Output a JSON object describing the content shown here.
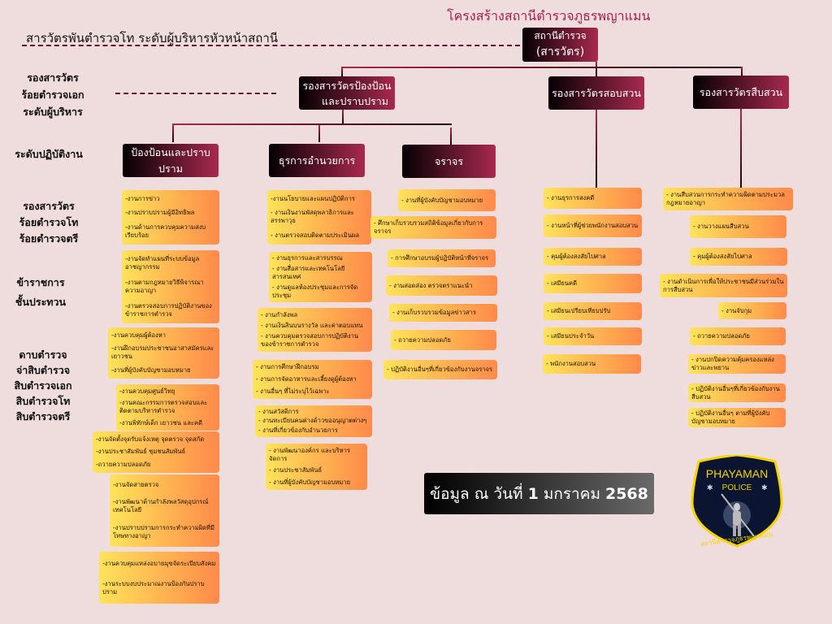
{
  "title": "โครงสร้างสถานีตำรวจภูธรพญาแมน",
  "subtitle": "สารวัตรพันตำรวจโท ระดับผู้บริหารหัวหน้าสถานี",
  "levels": {
    "exec": [
      "รองสารวัตร",
      "ร้อยตำรวจเอก",
      "ระดับผู้บริหาร"
    ],
    "operation": "ระดับปฏิบัติงาน",
    "lieutenant": [
      "รองสารวัตร",
      "ร้อยตำรวจโท",
      "ร้อยตำรวจตรี"
    ],
    "investigator": [
      "ข้าราชการ",
      "ชั้นประทวน"
    ],
    "nco": [
      "ดาบตำรวจ",
      "จ่าสิบตำรวจ",
      "สิบตำรวจเอก",
      "สิบตำรวจโท",
      "สิบตำรวจตรี"
    ]
  },
  "station": {
    "line1": "สถานีตำรวจ",
    "line2": "(สารวัตร)"
  },
  "deputies": {
    "prevention": [
      "รองสารวัตรป้องป้อน",
      "และปราบปราม"
    ],
    "inquiry": "รองสารวัตรสอบสวน",
    "investigation": "รองสารวัตรสืบสวน"
  },
  "units": {
    "prevention": "ป้องป้อนและปราบปราม",
    "admin": "ธุรการอำนวยการ",
    "traffic": "จราจร"
  },
  "columns": {
    "prevention": [
      [
        "-งานการข่าว",
        "-งานปราบปรามผู้มีอิทธิพล",
        "-งานด้านการควบคุมความสงบเรียบร้อย"
      ],
      [
        "-งานจัดทำแผนที่ระบบข้อมูลอาชญากรรม",
        "-งานตามกฎหมายวิธีพิจารณาความอาญา",
        "-งานตรวจสอบการปฏิบัติงานของข้าราชการตำรวจ"
      ],
      [
        "-งานควบคุมผู้ต้องหา",
        "-งานฝึกอบรมประชาชนอาสาสมัครและเยาวชน",
        "-งานที่ผู้บังคับบัญชามอบหมาย"
      ],
      [
        "-งานควบคุมศูนย์วิทยุ",
        "-งานคณะกรรมการตรวจสอบและติดตามบริหารตำรวจ",
        "-งานพิทักษ์เด็ก เยาวชน และคดี"
      ],
      [
        "-งานจัดตั้งจุดรับแจ้งเหตุ จุดตรวจ จุดสกัด",
        "-งานประชาสัมพันธ์ ชุมชนสัมพันธ์",
        "-ถวายความปลอดภัย"
      ],
      [
        "-งานจัดสายตรวจ",
        "-งานพัฒนาด้านกำลังพลวัสดุอุปกรณ์เทคโนโลยี",
        "-งานปราบปรามการกระทำความผิดที่มีโทษทางอาญา"
      ],
      [
        "-งานควบคุมแหล่งอบายมุขจัดระเบียบสังคม",
        "-งานระบบงบประมาณงานป้องกันปราบปราม"
      ]
    ],
    "admin": [
      [
        "-งานนโยบายและแผนปฏิบัติการ",
        "- งานเงินงานพัสดุพลาธิการและสรรพาวุธ",
        "- งานตรวจสอบติดตามประเมินผล"
      ],
      [
        "- งานธุรการและสารบรรณ",
        "- งานสื่อสารและเทคโนโลยีสารสนเทศ",
        "- งานดูแลห้องประชุมและการจัดประชุม"
      ],
      [
        "- งานกำลังพล",
        "- งานเงินสินบนรางวัล และค่าตอบแทน",
        "- งานควบคุมตรวจสอบการปฏิบัติงานของข้าราชการตำรวจ"
      ],
      [
        "- งานการศึกษาฝึกอบรม",
        "- งานการจัดอาหารและเลี้ยงดูผู้ต้องหา",
        "- งานอื่นๆ ที่ไม่ระบุไว้เฉพาะ"
      ],
      [
        "- งานสวัสดิการ",
        "- งานทะเบียนคนต่างด้าวขออนุญาตต่างๆ",
        "- งานที่เกี่ยวข้องกับอำนวยการ"
      ],
      [
        "- งานพัฒนาองค์กร และบริหารจัดการ",
        "- งานประชาสัมพันธ์",
        "- งานที่ผู้บังคับบัญชามอบหมาย"
      ]
    ],
    "traffic": [
      [
        "- งานที่ผู้บังคับบัญชามอบหมาย"
      ],
      [
        "- ศึกษาเก็บรวบรวมสถิติข้อมูลเกี่ยวกับการจราจร"
      ],
      [
        "- การศึกษาอบรมผู้ปฏิบัติหน้าที่จราจร"
      ],
      [
        "- งานสอดส่อง ตรวจตราแนะนำ"
      ],
      [
        "- งานเก็บรวบรวมข้อมูลข่าวสาร"
      ],
      [
        "- ถวายความปลอดภัย"
      ],
      [
        "- ปฏิบัติงานอื่นๆที่เกี่ยวข้องกับงานจราจร"
      ]
    ],
    "inquiry": [
      [
        "- งานธุรการสงคดี"
      ],
      [
        "- งานหน้าที่ผู้ช่วยพนักงานสอบสวน"
      ],
      [
        "- คุมผู้ต้องสงสัยไปศาล"
      ],
      [
        "- เสมียนคดี"
      ],
      [
        "- เสมียนเปรียบเทียบปรับ"
      ],
      [
        "- เสมียนประจำวัน"
      ],
      [
        "- พนักงานสอบสวน"
      ]
    ],
    "investigation": [
      [
        "- งานสืบสวนการกระทำความผิดตามประมวลกฎหมายอาญา"
      ],
      [
        "- งานวางแผนสืบสวน"
      ],
      [
        "- คุมผู้ต้องสงสัยไปศาล"
      ],
      [
        "- งานดำเนินการเพื่อให้ประชาชนมีส่วนร่วมในการสืบสวน"
      ],
      [
        "- งานจับกุม"
      ],
      [
        "- ถวายความปลอดภัย"
      ],
      [
        "- งานปกปิดความคุ้มครองแหล่งข่าวและพยาน"
      ],
      [
        "- ปฏิบัติงานอื่นๆที่เกี่ยวข้องกับงานสืบสวน"
      ],
      [
        "- ปฏิบัติงานอื่นๆ ตามที่ผู้บังคับบัญชามอบหมาย"
      ]
    ]
  },
  "date_note": {
    "prefix": "ข้อมูล ณ วันที่",
    "day": "1",
    "month": "มกราคม",
    "year": "2568"
  },
  "badge": {
    "top": "PHAYAMAN",
    "middle": "POLICE",
    "bottom": "สถานีตำรวจภูธรพญาแมน"
  },
  "colors": {
    "background": "#efdcdc",
    "dark_box_end": "#a8294f",
    "orange_start": "#ffe35a",
    "orange_end": "#ff8a4a",
    "title": "#a3204f"
  }
}
